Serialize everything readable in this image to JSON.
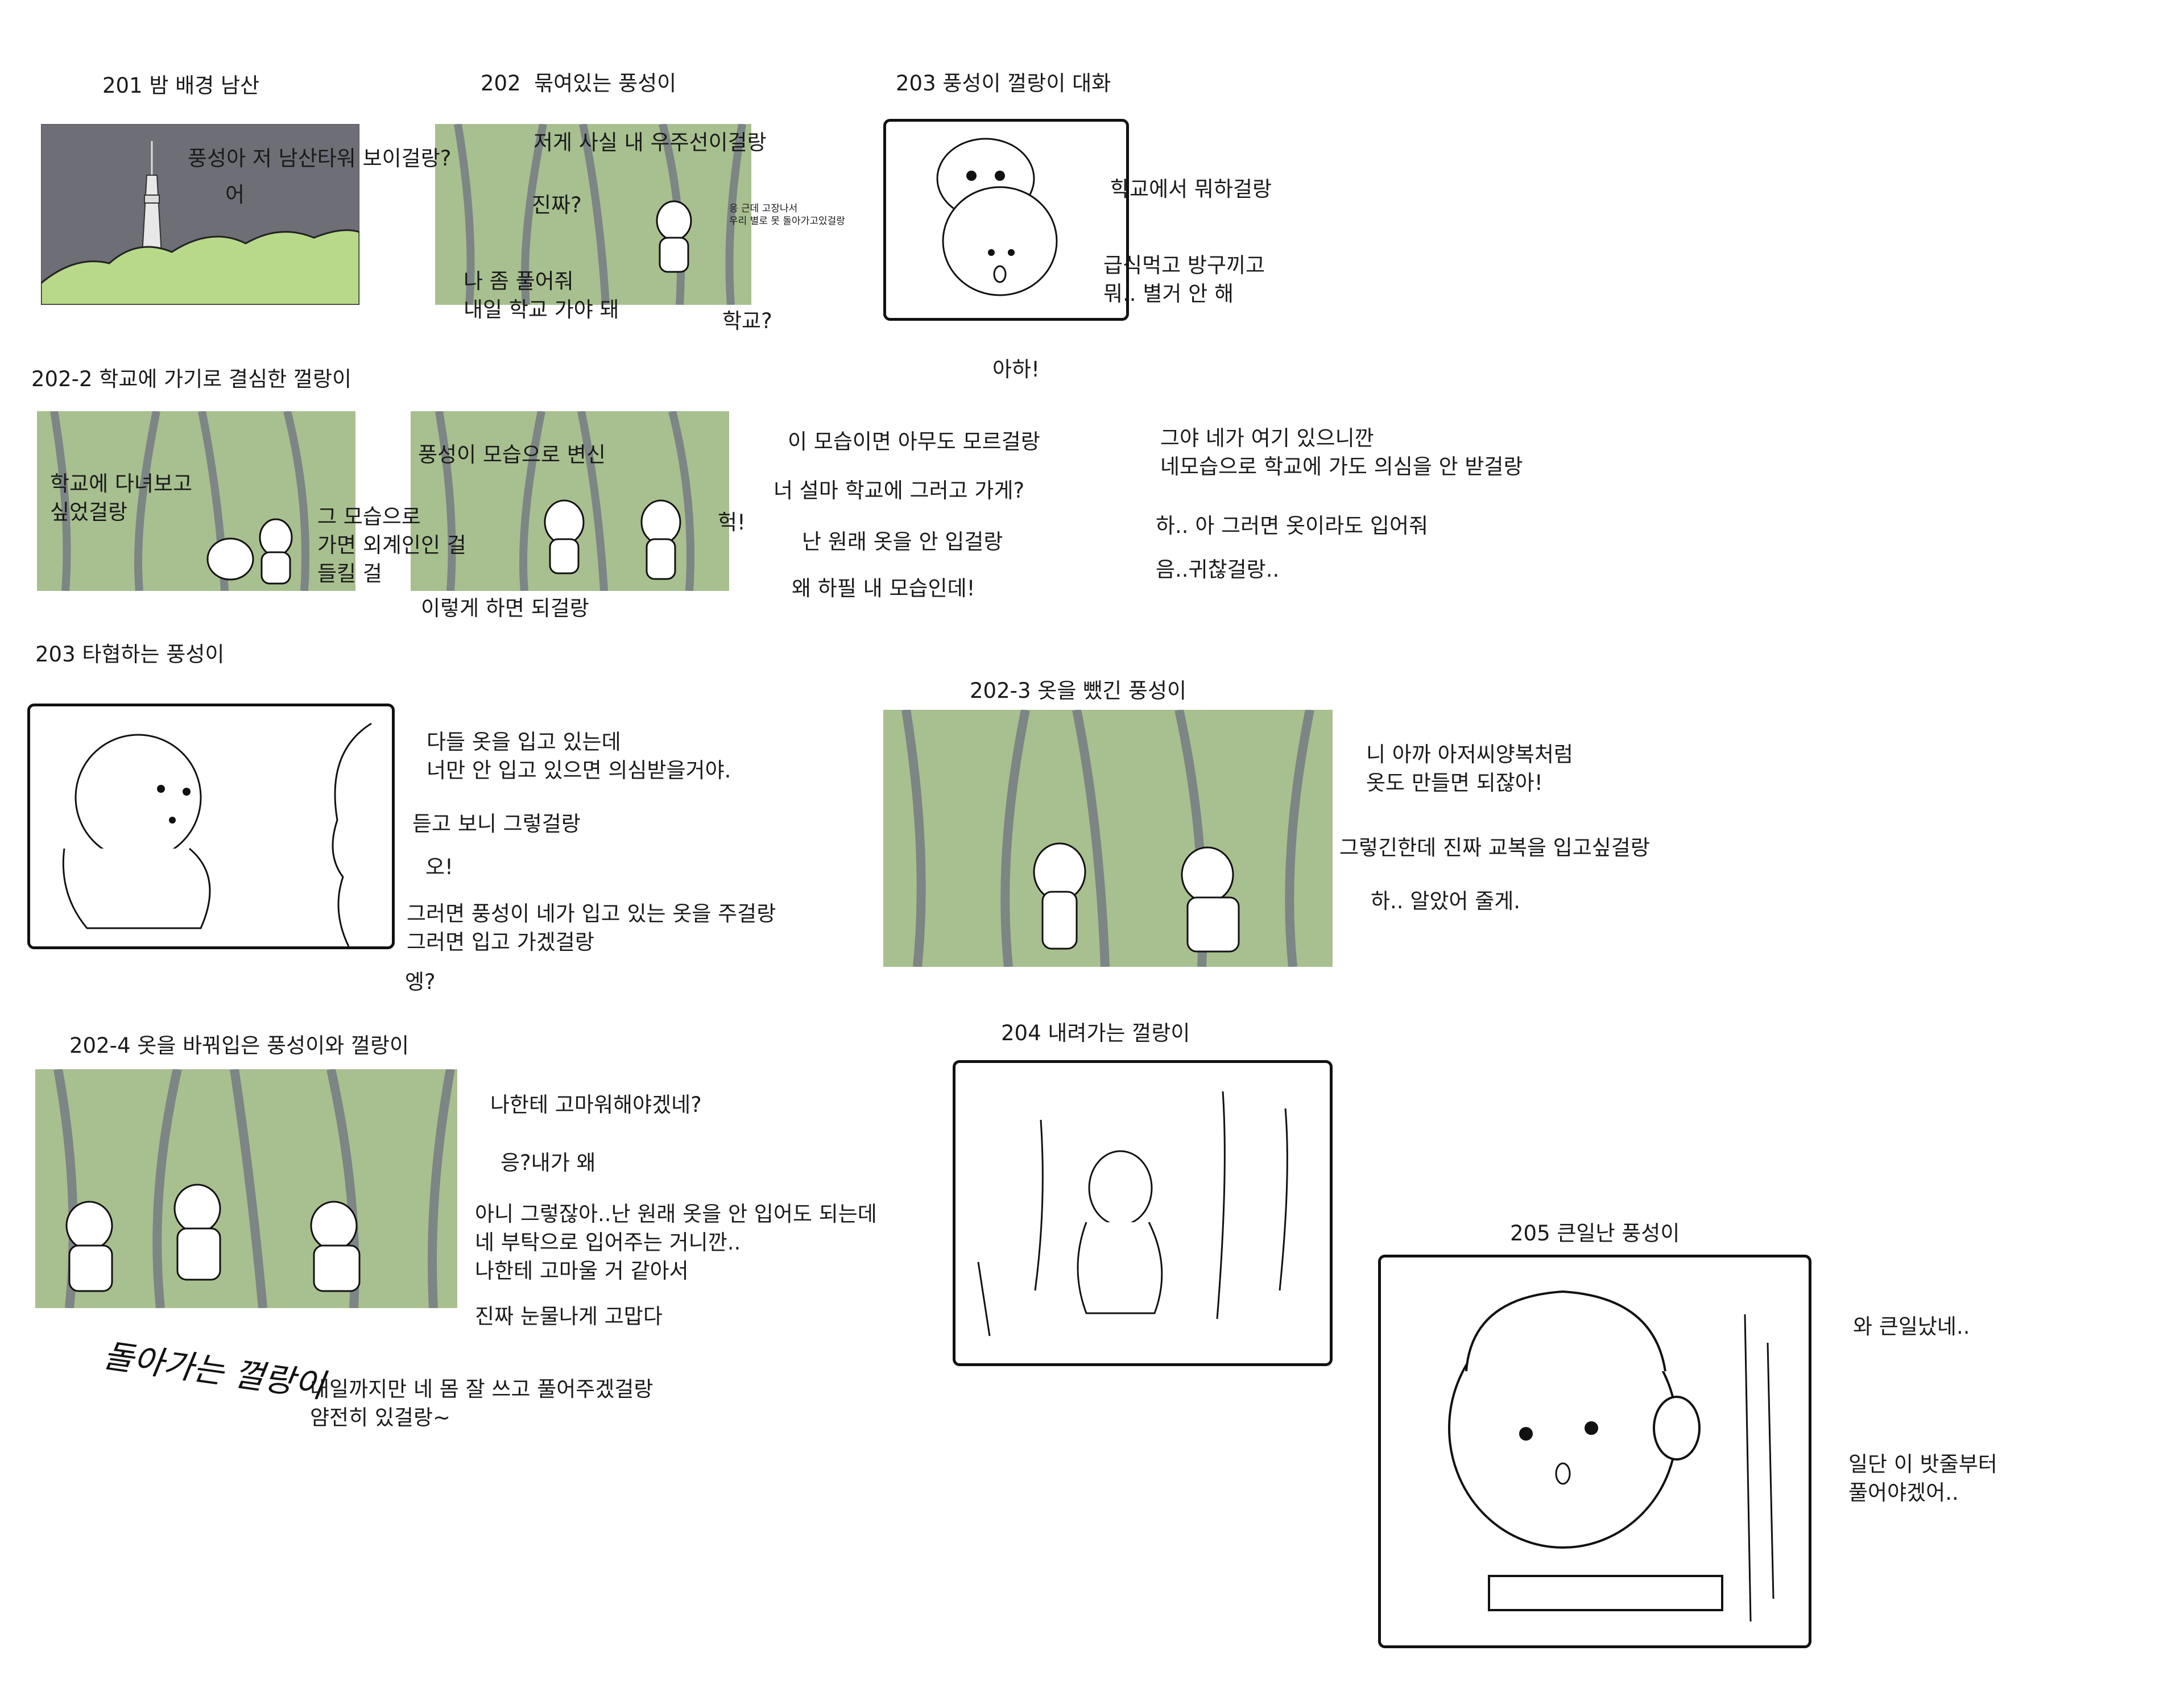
{
  "titles": {
    "t201": "201 밤 배경 남산",
    "t202": "202  묶여있는 풍성이",
    "t203a": "203 풍성이 껄랑이 대화",
    "t202_2": "202-2 학교에 가기로 결심한 껄랑이",
    "t203b": "203 타협하는 풍성이",
    "t202_3": "202-3 옷을 뺐긴 풍성이",
    "t202_4": "202-4 옷을 바꿔입은 풍성이와 껄랑이",
    "t204": "204 내려가는 껄랑이",
    "t205": "205 큰일난 풍성이"
  },
  "lines": {
    "p201_1": "풍성아 저 남산타워 보이걸랑?",
    "p201_2": "어",
    "p202_1": "저게 사실 내 우주선이걸랑",
    "p202_2": "진짜?",
    "p202_3": "응 근데 고장나서\n우리 별로 못 돌아가고있걸랑",
    "p202_4": "나 좀 풀어줘\n내일 학교 가야 돼",
    "p202_5": "학교?",
    "p203a_1": "학교에서 뭐하걸랑",
    "p203a_2": "급식먹고 방구끼고\n뭐.. 별거 안 해",
    "p203a_3": "아하!",
    "p2022_1": "학교에 다녀보고\n싶었걸랑",
    "p2022_2": "그 모습으로\n가면 외계인인 걸\n들킬 걸",
    "p2022_3": "풍성이 모습으로 변신",
    "p2022_4": "헉!",
    "p2022_5": "이렇게 하면 되걸랑",
    "p2022_6": "이 모습이면 아무도 모르걸랑",
    "p2022_7": "너 설마 학교에 그러고 가게?",
    "p2022_8": "난 원래 옷을 안 입걸랑",
    "p2022_9": "왜 하필 내 모습인데!",
    "p2022_10": "그야 네가 여기 있으니깐\n네모습으로 학교에 가도 의심을 안 받걸랑",
    "p2022_11": "하.. 아 그러면 옷이라도 입어줘",
    "p2022_12": "음..귀찮걸랑..",
    "p203b_1": "다들 옷을 입고 있는데\n너만 안 입고 있으면 의심받을거야.",
    "p203b_2": "듣고 보니 그렇걸랑",
    "p203b_3": "오!",
    "p203b_4": "그러면 풍성이 네가 입고 있는 옷을 주걸랑\n그러면 입고 가겠걸랑",
    "p203b_5": "엥?",
    "p2023_1": "니 아까 아저씨양복처럼\n옷도 만들면 되잖아!",
    "p2023_2": "그렇긴한데 진짜 교복을 입고싶걸랑",
    "p2023_3": "하.. 알았어 줄게.",
    "p2024_1": "나한테 고마워해야겠네?",
    "p2024_2": "응?내가 왜",
    "p2024_3": "아니 그렇잖아..난 원래 옷을 안 입어도 되는데\n네 부탁으로 입어주는 거니깐..\n나한테 고마울 거 같아서",
    "p2024_4": "진짜 눈물나게 고맙다",
    "p2024_5": "내일까지만 네 몸 잘 쓰고 풀어주겠걸랑\n얌전히 있걸랑~",
    "p2024_hand": "돌아가는 껄랑이",
    "p205_1": "와 큰일났네..",
    "p205_2": "일단 이 밧줄부터\n풀어야겠어.."
  },
  "colors": {
    "night_sky": "#6d6e76",
    "hill_green": "#b9d98a",
    "forest_green": "#a8bf8f",
    "tree_trunk": "#8b8f8f",
    "ink": "#111111"
  }
}
